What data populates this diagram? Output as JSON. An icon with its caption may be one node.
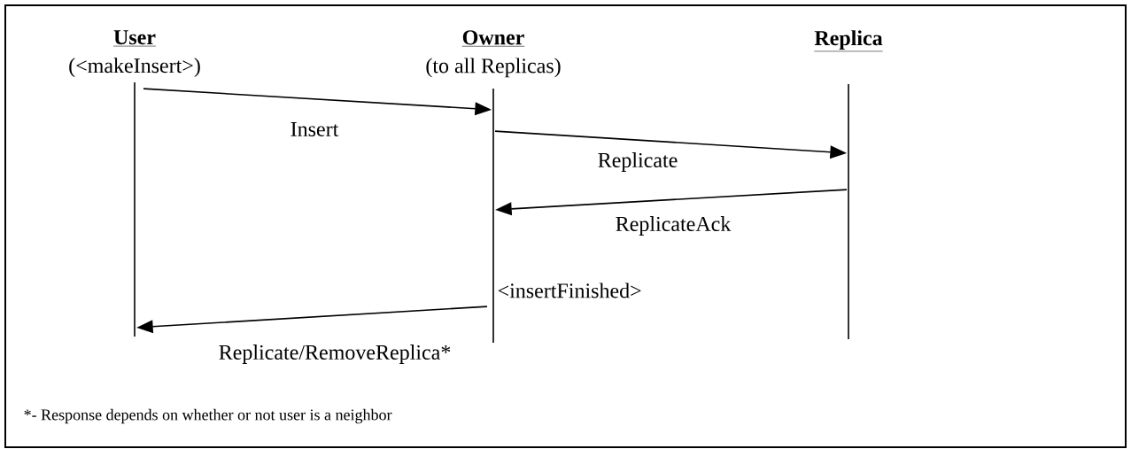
{
  "diagram": {
    "nodes": [
      {
        "text": [
          "User",
          "(<makeInsert>)"
        ]
      },
      {
        "text": [
          "Owner",
          "(to all Replicas)"
        ]
      },
      {
        "text": [
          "Replica"
        ]
      }
    ],
    "edges": [
      {
        "from": 0,
        "to": 1,
        "arrow": "to",
        "label": "Insert"
      },
      {
        "from": 1,
        "to": 2,
        "arrow": "to",
        "label": "Replicate"
      },
      {
        "from": 2,
        "to": 1,
        "arrow": "to",
        "label": "ReplicateAck"
      },
      {
        "from": 1,
        "to": 0,
        "arrow": "to",
        "label": "Replicate/RemoveReplica*"
      }
    ],
    "labels": [
      "<insertFinished>",
      "*- Response depends on whether or not user is a neighbor"
    ]
  }
}
